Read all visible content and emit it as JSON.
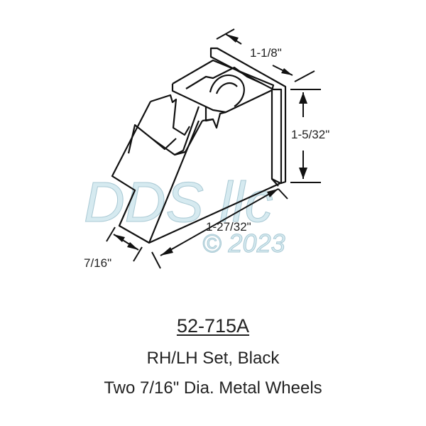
{
  "drawing": {
    "dimensions": {
      "width": "1-1/8\"",
      "height": "1-5/32\"",
      "length": "1-27/32\"",
      "wheel_width": "7/16\""
    },
    "watermark": {
      "text": "DDS llc",
      "copyright": "© 2023",
      "color": "#d6eaf0"
    }
  },
  "product": {
    "part_number": "52-715A",
    "description": "RH/LH Set, Black",
    "details": "Two 7/16\" Dia. Metal Wheels"
  }
}
